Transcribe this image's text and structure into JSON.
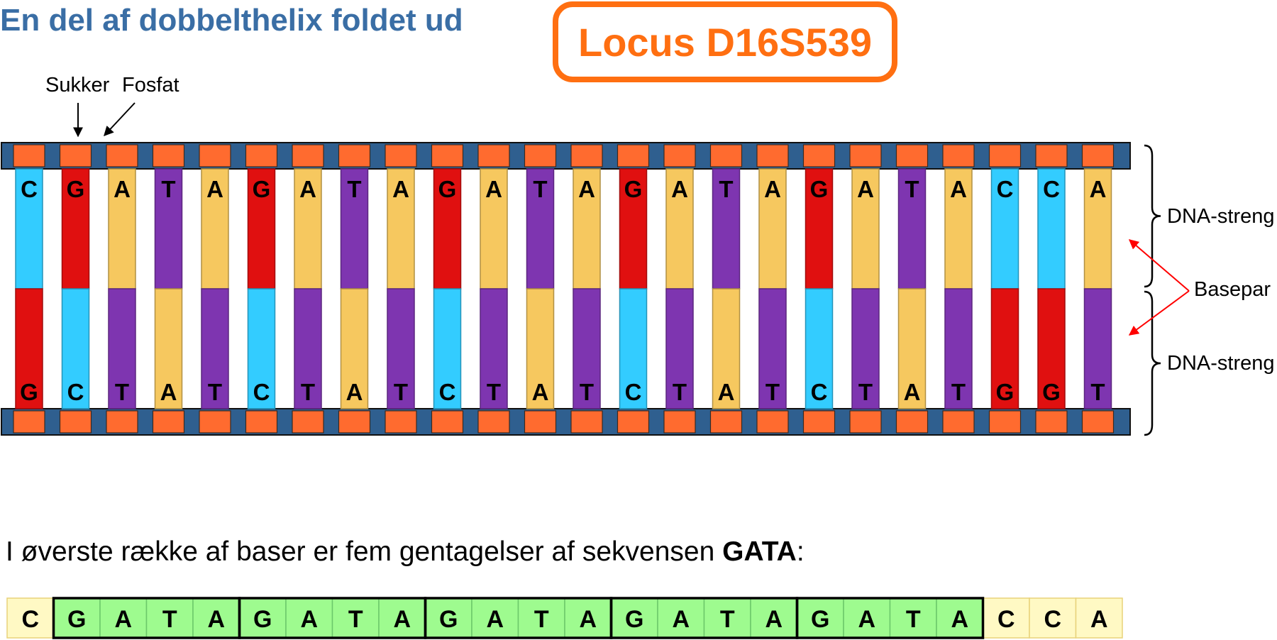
{
  "title": "En del af dobbelthelix foldet ud",
  "locus": "Locus D16S539",
  "labels": {
    "sugar": "Sukker",
    "phosphate": "Fosfat",
    "strand_top": "DNA-streng",
    "strand_bottom": "DNA-streng",
    "basepair": "Basepar"
  },
  "top_strand": [
    "C",
    "G",
    "A",
    "T",
    "A",
    "G",
    "A",
    "T",
    "A",
    "G",
    "A",
    "T",
    "A",
    "G",
    "A",
    "T",
    "A",
    "G",
    "A",
    "T",
    "A",
    "C",
    "C",
    "A"
  ],
  "bottom_strand": [
    "G",
    "C",
    "T",
    "A",
    "T",
    "C",
    "T",
    "A",
    "T",
    "C",
    "T",
    "A",
    "T",
    "C",
    "T",
    "A",
    "T",
    "C",
    "T",
    "A",
    "T",
    "G",
    "G",
    "T"
  ],
  "base_colors": {
    "A": "#f6c85f",
    "T": "#7e35b0",
    "G": "#e01010",
    "C": "#33ccff",
    "sugar": "#ff6b2f",
    "phosphate": "#2f5f8f"
  },
  "caption": {
    "text": "I øverste række af baser er fem gentagelser af sekvensen ",
    "bold": "GATA",
    "suffix": ":"
  },
  "sequence": {
    "letters": [
      "C",
      "G",
      "A",
      "T",
      "A",
      "G",
      "A",
      "T",
      "A",
      "G",
      "A",
      "T",
      "A",
      "G",
      "A",
      "T",
      "A",
      "G",
      "A",
      "T",
      "A",
      "C",
      "C",
      "A"
    ],
    "repeat_unit": "GATA",
    "repeat_count": 5,
    "repeat_color": "#9efb8f",
    "flank_color": "#fff9c4"
  }
}
